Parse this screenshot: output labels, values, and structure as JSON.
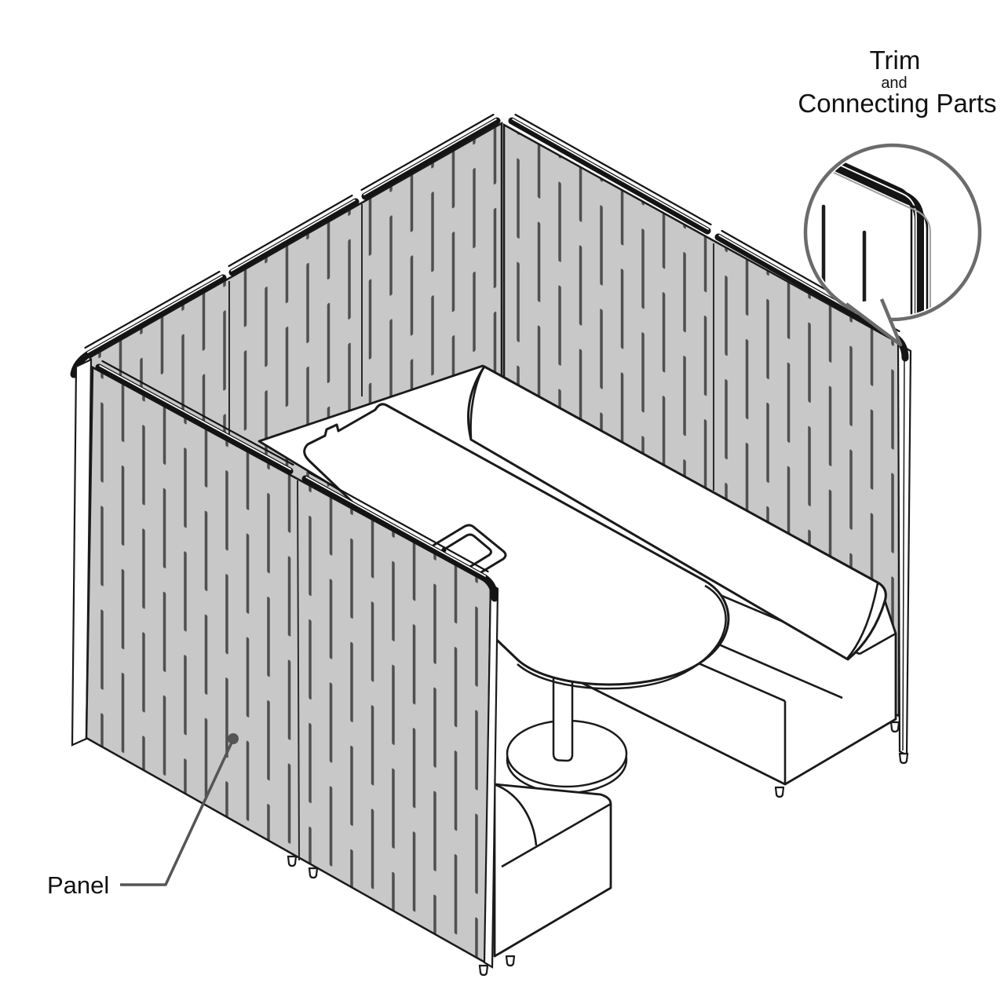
{
  "diagram": {
    "labels": {
      "trim_line1": "Trim",
      "trim_line2": "and",
      "trim_line3": "Connecting Parts",
      "panel": "Panel"
    },
    "colors": {
      "panel_fill": "#c8c8c8",
      "stitch": "#4f4f4f",
      "outline": "#1a1a1a",
      "trim_black": "#141414",
      "callout_stroke": "#6b6b6b",
      "leader": "#555555",
      "background": "#ffffff"
    }
  }
}
